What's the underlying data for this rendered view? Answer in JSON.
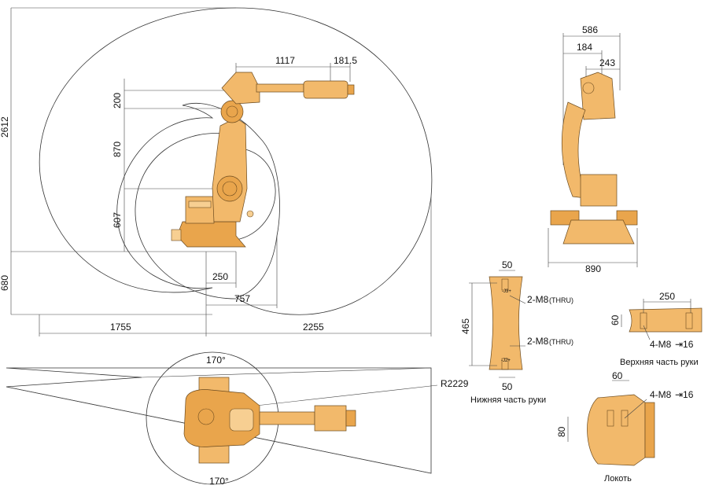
{
  "side_view": {
    "dim_1117": "1117",
    "dim_181_5": "181.5",
    "dim_200": "200",
    "dim_870": "870",
    "dim_607": "607",
    "dim_2612": "2612",
    "dim_680": "680",
    "dim_250": "250",
    "dim_757": "757",
    "dim_1755": "1755",
    "dim_2255": "2255"
  },
  "rear_view": {
    "dim_586": "586",
    "dim_184": "184",
    "dim_243": "243",
    "dim_890": "890"
  },
  "top_view": {
    "angle_top": "170°",
    "angle_bottom": "170°",
    "radius": "R2229"
  },
  "lower_arm": {
    "dim_50_top": "50",
    "dim_50_bottom": "50",
    "dim_465": "465",
    "thread_1": "2-M8",
    "thread_1_note": "(THRU)",
    "thread_2": "2-M8",
    "thread_2_note": "(THRU)",
    "mark_j3": "-J3+",
    "mark_j2": "-J2+",
    "caption": "Нижняя часть руки"
  },
  "upper_arm": {
    "dim_250": "250",
    "dim_60": "60",
    "thread": "4-M8",
    "thread_depth": "⇥16",
    "caption": "Верхняя часть руки"
  },
  "elbow": {
    "dim_60": "60",
    "dim_80": "80",
    "thread": "4-M8",
    "thread_depth": "⇥16",
    "caption": "Локоть"
  }
}
